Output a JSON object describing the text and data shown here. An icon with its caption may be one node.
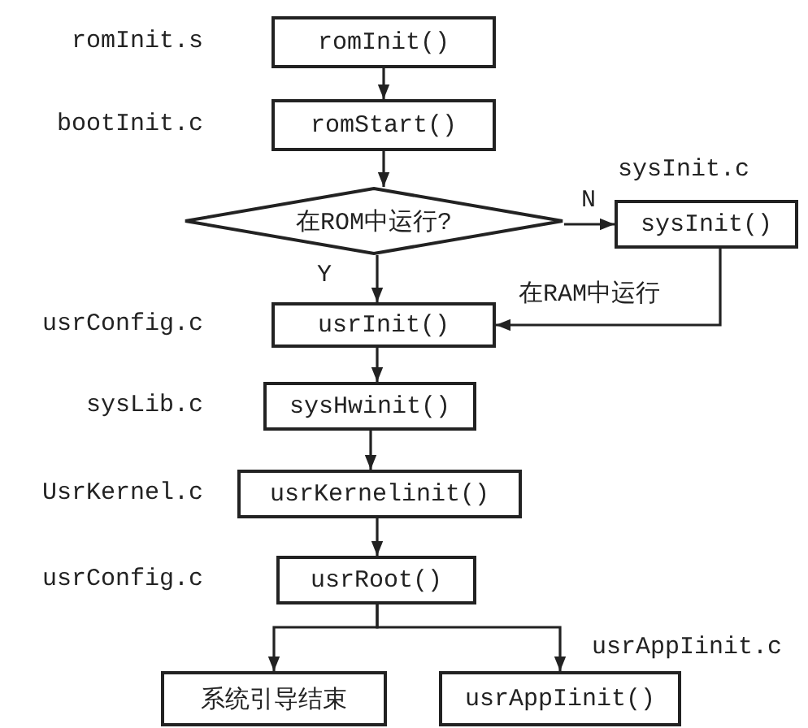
{
  "diagram": {
    "nodes": [
      {
        "text": [
          "romInit()"
        ],
        "beside": [
          "romInit.s"
        ]
      },
      {
        "text": [
          "romStart()"
        ],
        "beside": [
          "bootInit.c"
        ]
      },
      {
        "text": [
          "在ROM中运行?"
        ]
      },
      {
        "text": [
          "sysInit()"
        ],
        "beside": [
          "sysInit.c"
        ]
      },
      {
        "text": [
          "usrInit()"
        ],
        "beside": [
          "usrConfig.c"
        ]
      },
      {
        "text": [
          "sysHwinit()"
        ],
        "beside": [
          "sysLib.c"
        ]
      },
      {
        "text": [
          "usrKernelinit()"
        ],
        "beside": [
          "UsrKernel.c"
        ]
      },
      {
        "text": [
          "usrRoot()"
        ],
        "beside": [
          "usrConfig.c"
        ]
      },
      {
        "text": [
          "系统引导结束"
        ]
      },
      {
        "text": [
          "usrAppIinit()"
        ],
        "beside": [
          "usrAppIinit.c"
        ]
      }
    ],
    "edges": [
      {
        "from": 0,
        "to": 1,
        "arrow": "to"
      },
      {
        "from": 1,
        "to": 2,
        "arrow": "to"
      },
      {
        "from": 2,
        "to": 3,
        "arrow": "to",
        "label": "N"
      },
      {
        "from": 2,
        "to": 4,
        "arrow": "to",
        "label": "Y"
      },
      {
        "from": 3,
        "to": 4,
        "arrow": "to",
        "label": "在RAM中运行"
      },
      {
        "from": 4,
        "to": 5,
        "arrow": "to"
      },
      {
        "from": 5,
        "to": 6,
        "arrow": "to"
      },
      {
        "from": 6,
        "to": 7,
        "arrow": "to"
      },
      {
        "from": 7,
        "to": 8,
        "arrow": "to"
      },
      {
        "from": 7,
        "to": 9,
        "arrow": "to"
      }
    ]
  }
}
